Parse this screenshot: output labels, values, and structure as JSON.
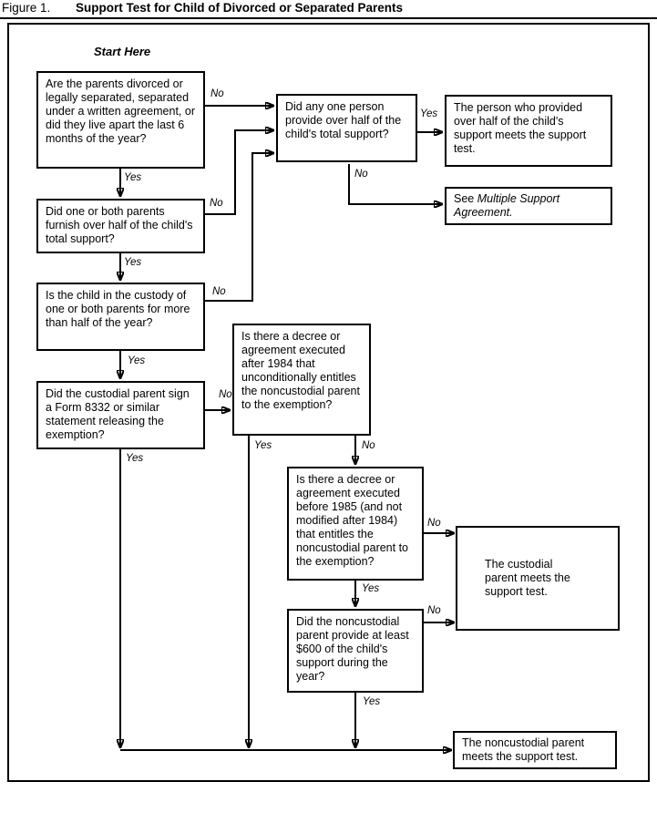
{
  "figure": {
    "label": "Figure 1.",
    "title": "Support Test for Child of Divorced or Separated Parents"
  },
  "colors": {
    "line": "#000000",
    "background": "#ffffff",
    "text": "#000000"
  },
  "flowchart": {
    "start_label": "Start Here",
    "nodes": {
      "divorced": {
        "text": "Are the parents divorced or legally separated, separated under a written agreement, or did they live apart the last 6 months of the year?"
      },
      "parents_furnish": {
        "text": "Did one or both parents furnish over half of the child's total support?"
      },
      "custody": {
        "text": "Is the child in the custody of one or both parents for more than half of the year?"
      },
      "form_8332": {
        "text": "Did the custodial parent sign a Form 8332 or similar statement releasing the exemption?"
      },
      "one_person": {
        "text": "Did any one person provide over half of the child's total support?"
      },
      "person_meets": {
        "text": "The person who provided over half of the child's support meets the support test."
      },
      "multiple_support": {
        "prefix": "See ",
        "reference": "Multiple Support Agreement."
      },
      "decree_after_1984": {
        "text": "Is there a decree or agreement executed after 1984 that unconditionally entitles the noncustodial parent to the exemption?"
      },
      "decree_before_1985": {
        "text": "Is there a decree or agreement executed before 1985 (and not modified after 1984) that entitles the noncustodial parent to the exemption?"
      },
      "custodial_meets": {
        "text": "The custodial parent meets the support test."
      },
      "provide_600": {
        "text": "Did the noncustodial parent provide at least $600 of the child's support during the year?"
      },
      "noncustodial_meets": {
        "text": "The noncustodial parent meets the support test."
      }
    },
    "edges": [
      {
        "from": "divorced",
        "to": "parents_furnish",
        "label": "Yes"
      },
      {
        "from": "parents_furnish",
        "to": "custody",
        "label": "Yes"
      },
      {
        "from": "custody",
        "to": "form_8332",
        "label": "Yes"
      },
      {
        "from": "divorced",
        "to": "one_person",
        "label": "No"
      },
      {
        "from": "parents_furnish",
        "to": "one_person",
        "label": "No"
      },
      {
        "from": "custody",
        "to": "one_person",
        "label": "No"
      },
      {
        "from": "form_8332",
        "to": "decree_after_1984",
        "label": "No"
      },
      {
        "from": "one_person",
        "to": "person_meets",
        "label": "Yes"
      },
      {
        "from": "one_person",
        "to": "multiple_support",
        "label": "No"
      },
      {
        "from": "decree_after_1984",
        "to": "decree_before_1985",
        "label": "No"
      },
      {
        "from": "decree_after_1984",
        "to": "noncustodial_meets",
        "label": "Yes"
      },
      {
        "from": "form_8332",
        "to": "noncustodial_meets",
        "label": "Yes"
      },
      {
        "from": "decree_before_1985",
        "to": "custodial_meets",
        "label": "No"
      },
      {
        "from": "decree_before_1985",
        "to": "provide_600",
        "label": "Yes"
      },
      {
        "from": "provide_600",
        "to": "custodial_meets",
        "label": "No"
      },
      {
        "from": "provide_600",
        "to": "noncustodial_meets",
        "label": "Yes"
      },
      {
        "from": "junction",
        "to": "noncustodial_meets",
        "label": ""
      }
    ]
  }
}
